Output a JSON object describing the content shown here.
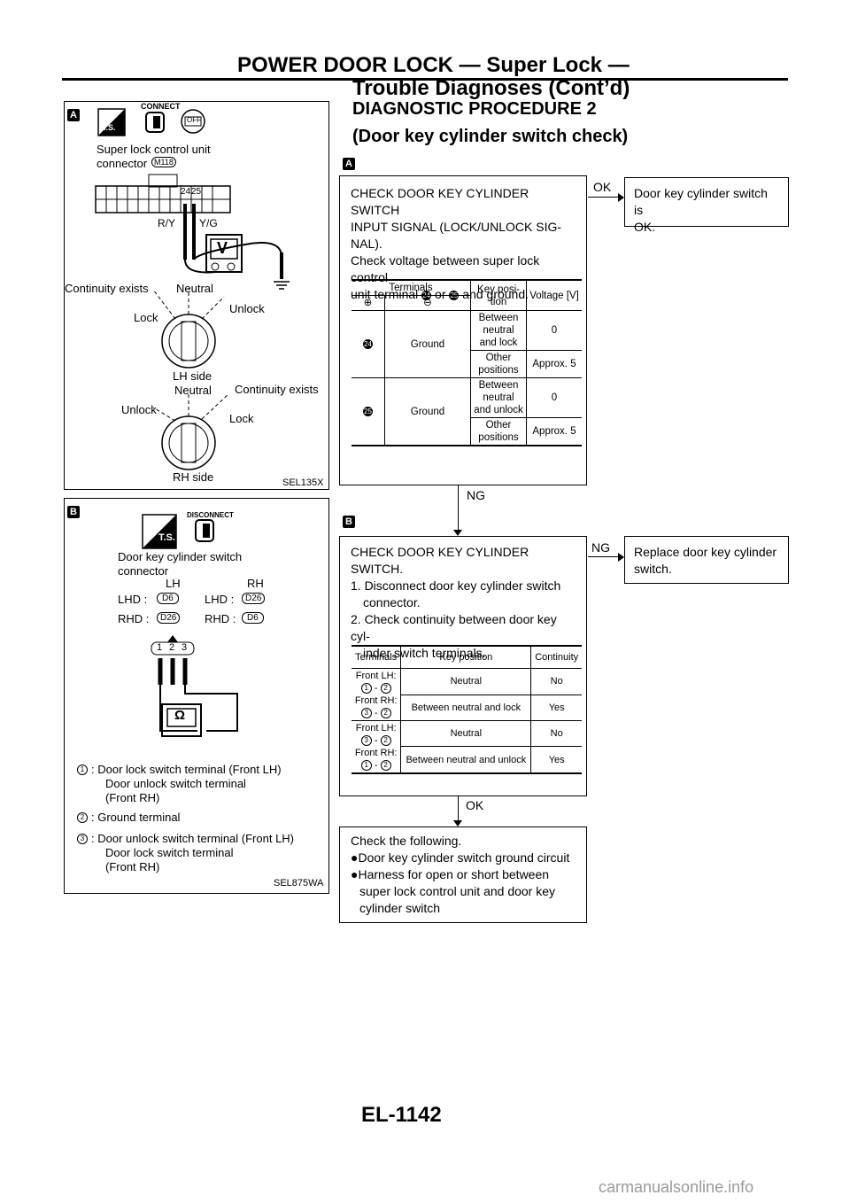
{
  "header": {
    "title_line1": "POWER DOOR LOCK — Super Lock —",
    "title_line2": "Trouble Diagnoses (Cont’d)"
  },
  "procedure": {
    "title": "DIAGNOSTIC PROCEDURE 2",
    "subtitle": "(Door key cylinder switch check)"
  },
  "figure_a": {
    "badge": "A",
    "connect": "CONNECT",
    "off": "OFF",
    "hs": "H.S.",
    "connector_label1": "Super lock control unit",
    "connector_label2": "connector",
    "connector_code": "M118",
    "pin24": "24",
    "pin25": "25",
    "wire1": "R/Y",
    "wire2": "Y/G",
    "meter": "V",
    "continuity1": "Continuity exists",
    "neutral1": "Neutral",
    "unlock1": "Unlock",
    "lock1": "Lock",
    "lh_side": "LH side",
    "neutral2": "Neutral",
    "continuity2": "Continuity exists",
    "unlock2": "Unlock",
    "lock2": "Lock",
    "rh_side": "RH side",
    "code": "SEL135X"
  },
  "figure_b": {
    "badge": "B",
    "disconnect": "DISCONNECT",
    "ts": "T.S.",
    "connector_label1": "Door key cylinder switch",
    "connector_label2": "connector",
    "lh": "LH",
    "rh": "RH",
    "lhd_l": "LHD :",
    "rhd_l": "RHD :",
    "lhd_r": "LHD :",
    "rhd_r": "RHD :",
    "c_lhd_lh": "D6",
    "c_rhd_lh": "D26",
    "c_lhd_rh": "D26",
    "c_rhd_rh": "D6",
    "pins": [
      "1",
      "2",
      "3"
    ],
    "meter": "Ω",
    "legend1_num": "1",
    "legend1_a": ": Door lock switch terminal (Front LH)",
    "legend1_b": "Door unlock switch terminal",
    "legend1_c": "(Front RH)",
    "legend2_num": "2",
    "legend2_a": ": Ground terminal",
    "legend3_num": "3",
    "legend3_a": ": Door unlock switch terminal (Front LH)",
    "legend3_b": "Door lock switch terminal",
    "legend3_c": "(Front RH)",
    "code": "SEL875WA"
  },
  "flow_a": {
    "badge": "A",
    "step_l1": "CHECK DOOR KEY CYLINDER SWITCH",
    "step_l2": "INPUT SIGNAL (LOCK/UNLOCK SIG-",
    "step_l3": "NAL).",
    "step_l4": "Check voltage between super lock control",
    "step_l5_pre": "unit terminal",
    "step_l5_t1": "24",
    "step_l5_mid": "or",
    "step_l5_t2": "25",
    "step_l5_post": "and ground.",
    "table": {
      "h_terminals": "Terminals",
      "h_plus": "⊕",
      "h_minus": "⊖",
      "h_key": "Key posi- tion",
      "h_volt": "Voltage [V]",
      "r1_term": "24",
      "r1_gnd": "Ground",
      "r1a_key": "Between neutral and lock",
      "r1a_v": "0",
      "r1b_key": "Other positions",
      "r1b_v": "Approx. 5",
      "r2_term": "25",
      "r2_gnd": "Ground",
      "r2a_key": "Between neutral and unlock",
      "r2a_v": "0",
      "r2b_key": "Other positions",
      "r2b_v": "Approx. 5"
    },
    "ok_label": "OK",
    "ok_result_l1": "Door key cylinder switch is",
    "ok_result_l2": "OK.",
    "ng_label": "NG"
  },
  "flow_b": {
    "badge": "B",
    "step_l1": "CHECK DOOR KEY CYLINDER",
    "step_l2": "SWITCH.",
    "step_l3": "1. Disconnect door key cylinder switch",
    "step_l4": "connector.",
    "step_l5": "2. Check continuity between door key cyl-",
    "step_l6": "inder switch terminals.",
    "table": {
      "h_terminals": "Terminals",
      "h_key": "Key position",
      "h_cont": "Continuity",
      "g1_front_lh": "Front LH:",
      "g1_lh_a": "1",
      "g1_lh_b": "2",
      "g1_front_rh": "Front RH:",
      "g1_rh_a": "3",
      "g1_rh_b": "2",
      "g1a_key": "Neutral",
      "g1a_c": "No",
      "g1b_key": "Between neutral and lock",
      "g1b_c": "Yes",
      "g2_front_lh": "Front LH:",
      "g2_lh_a": "3",
      "g2_lh_b": "2",
      "g2_front_rh": "Front RH:",
      "g2_rh_a": "1",
      "g2_rh_b": "2",
      "g2a_key": "Neutral",
      "g2a_c": "No",
      "g2b_key": "Between neutral and unlock",
      "g2b_c": "Yes",
      "dash": "-"
    },
    "ng_label": "NG",
    "ng_result_l1": "Replace door key cylinder",
    "ng_result_l2": "switch.",
    "ok_label": "OK"
  },
  "final": {
    "l1": "Check the following.",
    "bullet": "●",
    "l2": "Door key cylinder switch ground circuit",
    "l3": "Harness for open or short between",
    "l4": "super lock control unit and door key",
    "l5": "cylinder switch"
  },
  "footer": {
    "page": "EL-1142",
    "watermark": "carmanualsonline.info"
  }
}
